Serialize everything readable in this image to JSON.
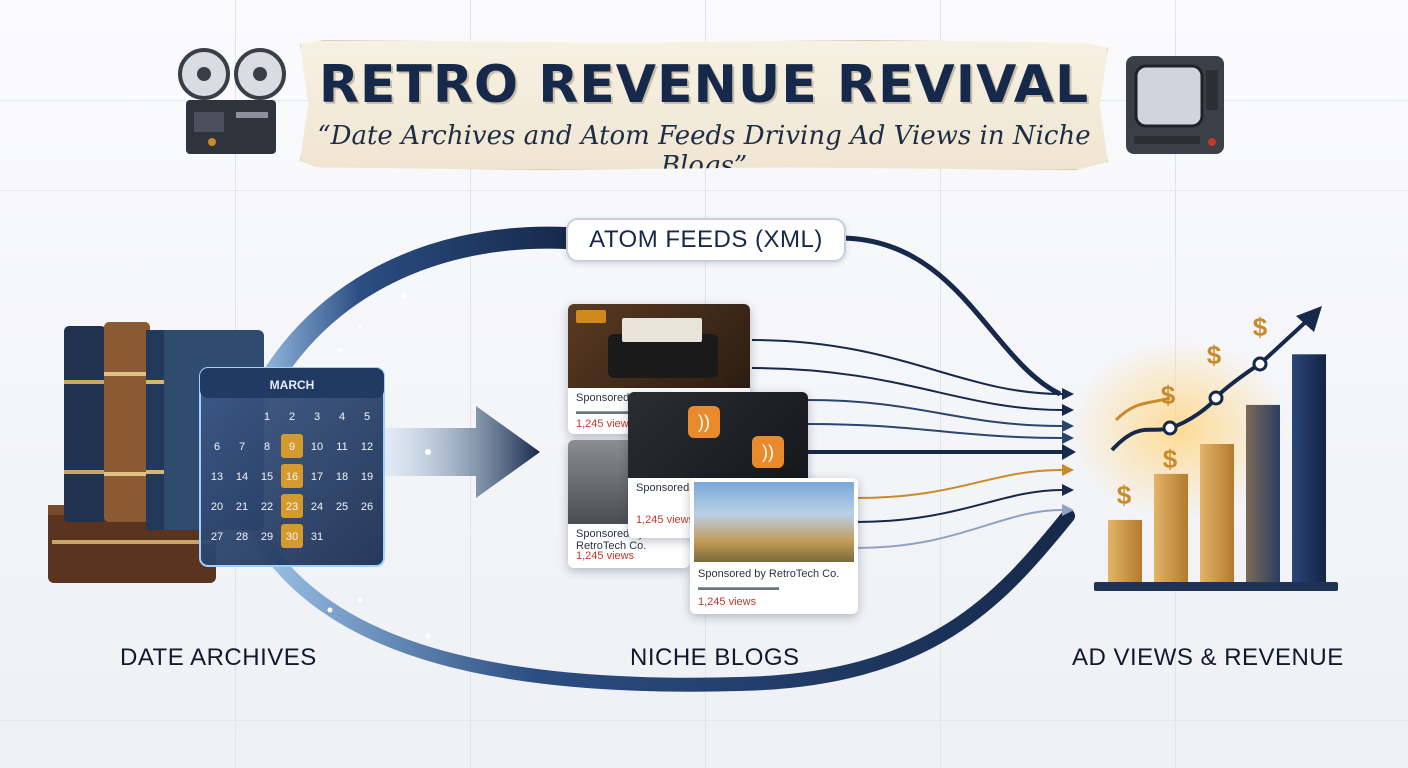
{
  "header": {
    "title": "RETRO REVENUE REVIVAL",
    "subtitle": "“Date Archives and Atom Feeds Driving Ad Views in Niche Blogs”"
  },
  "flow": {
    "feeds_label": "ATOM FEEDS (XML)",
    "stages": [
      {
        "label": "DATE ARCHIVES"
      },
      {
        "label": "NICHE BLOGS"
      },
      {
        "label": "AD VIEWS & REVENUE"
      }
    ]
  },
  "calendar": {
    "month": "MARCH",
    "days": [
      "1",
      "2",
      "3",
      "4",
      "5",
      "6",
      "7",
      "8",
      "9",
      "10",
      "11",
      "12",
      "13",
      "14",
      "15",
      "16",
      "17",
      "18",
      "19",
      "20",
      "21",
      "22",
      "23",
      "24",
      "25",
      "26",
      "27",
      "28",
      "29",
      "30",
      "31"
    ],
    "highlighted": [
      "9",
      "16",
      "23",
      "30"
    ]
  },
  "blogs": [
    {
      "sponsor": "Sponsored by R",
      "views": "1,245 views"
    },
    {
      "sponsor": "Sponsored by",
      "views": "1,245 views"
    },
    {
      "sponsor": "Sponsored by RetroTech Co.",
      "views": "1,245 views"
    },
    {
      "sponsor": "Sponsored by RetroTech Co.",
      "views": "1,245 views"
    }
  ],
  "revenue": {
    "currency_symbol": "$",
    "bar_levels": [
      0.27,
      0.47,
      0.6,
      0.77,
      0.99
    ]
  },
  "colors": {
    "navy": "#16294a",
    "gold": "#c88a2a",
    "views_red": "#c0392b",
    "highlight": "#d59a2e"
  },
  "icons": [
    "film-projector-icon",
    "retro-tv-icon",
    "book-stack-icon",
    "calendar-icon",
    "rss-icon",
    "growth-arrow-icon"
  ]
}
